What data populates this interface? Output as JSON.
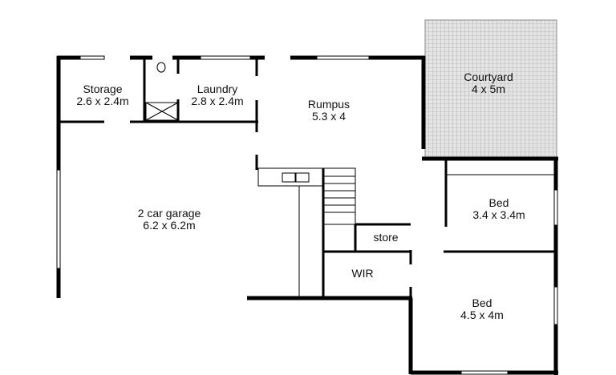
{
  "rooms": [
    {
      "name": "Storage",
      "size": "2.6 x 2.4m"
    },
    {
      "name": "Laundry",
      "size": "2.8 x 2.4m"
    },
    {
      "name": "Rumpus",
      "size": "5.3 x 4"
    },
    {
      "name": "Courtyard",
      "size": "4 x 5m"
    },
    {
      "name": "2 car garage",
      "size": "6.2 x 6.2m"
    },
    {
      "name": "Bed",
      "size": "3.4 x 3.4m"
    },
    {
      "name": "store",
      "size": ""
    },
    {
      "name": "WIR",
      "size": ""
    },
    {
      "name": "Bed",
      "size": "4.5 x 4m"
    }
  ],
  "colors": {
    "wall": "#000000",
    "courtyard": "#d8d8d8",
    "grid": "#9a9a9a"
  }
}
